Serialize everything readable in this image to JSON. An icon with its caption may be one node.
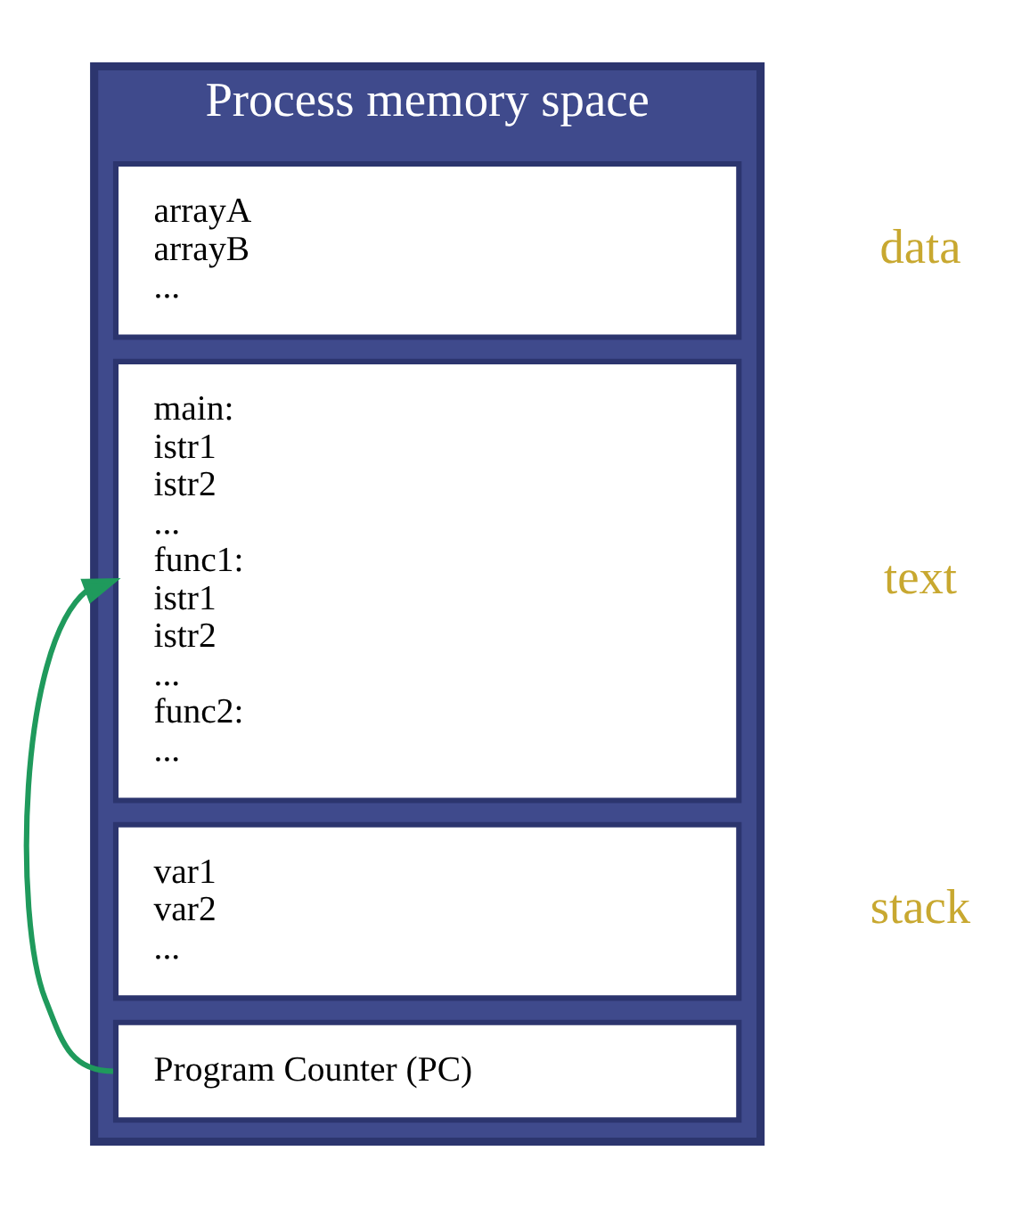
{
  "diagram": {
    "nodes": [
      {
        "text": [
          "Process memory space"
        ]
      },
      {
        "text": [
          "arrayA",
          "arrayB",
          "..."
        ],
        "in": 0,
        "beside": [
          "data"
        ]
      },
      {
        "text": [
          "main:",
          "istr1",
          "istr2",
          "...",
          "func1:",
          "istr1",
          "istr2",
          "...",
          "func2:",
          "..."
        ],
        "in": 0,
        "beside": [
          "text"
        ]
      },
      {
        "text": [
          "var1",
          "var2",
          "..."
        ],
        "in": 0,
        "beside": [
          "stack"
        ]
      },
      {
        "text": [
          "Program Counter (PC)"
        ],
        "in": 0
      }
    ],
    "edges": [
      {
        "from": 4,
        "to": 2,
        "arrow": "to",
        "color": "#1f9a5c"
      }
    ]
  }
}
